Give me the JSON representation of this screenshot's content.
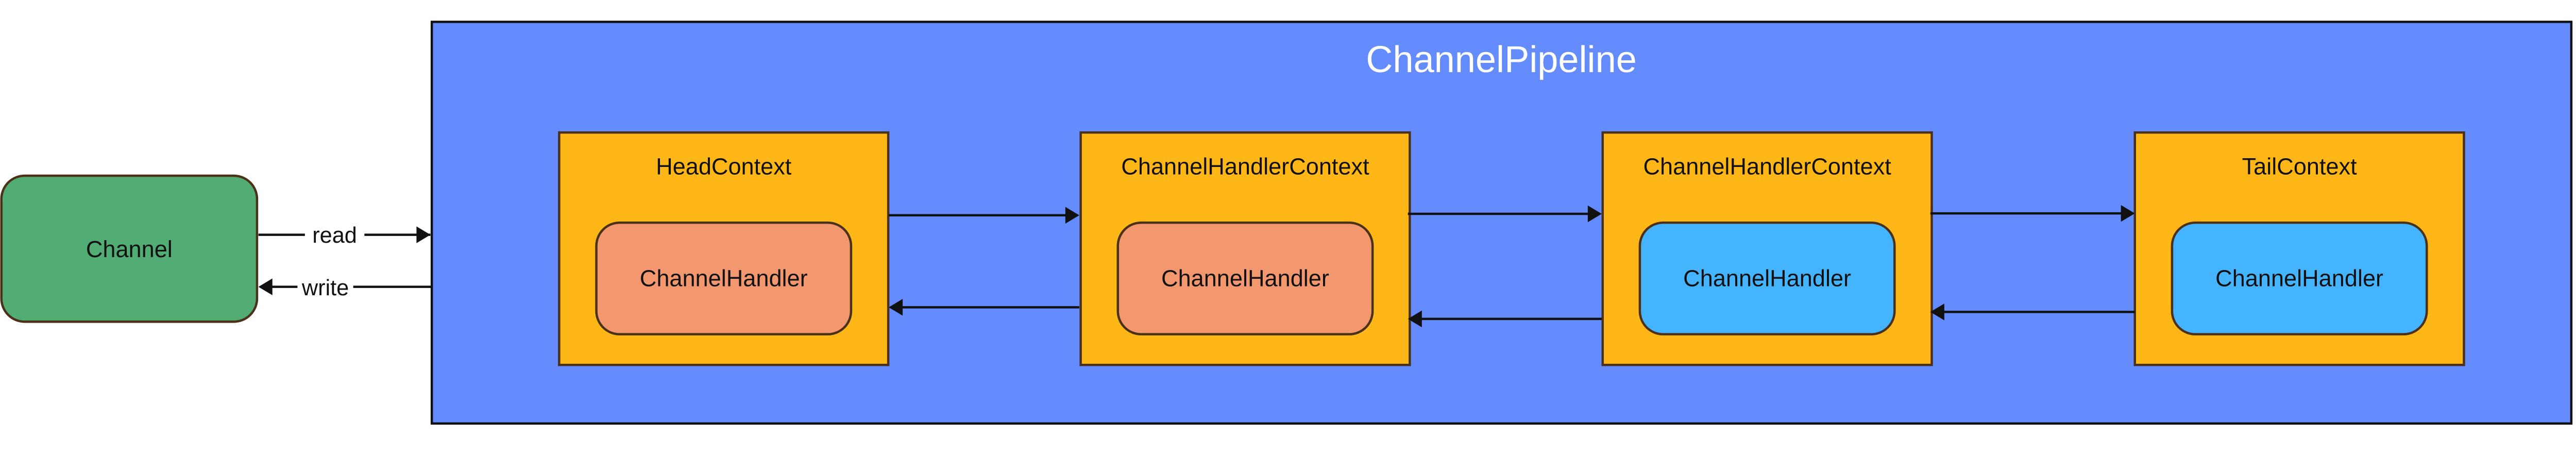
{
  "colors": {
    "pipeline": "#648cff",
    "context": "#feb716",
    "channel": "#52ad74",
    "handler_orange": "#f3986e",
    "handler_blue": "#45b4fe",
    "stroke": "#4a3118"
  },
  "channel": {
    "label": "Channel"
  },
  "edges": {
    "read": "read",
    "write": "write"
  },
  "pipeline": {
    "title": "ChannelPipeline",
    "contexts": [
      {
        "label": "HeadContext",
        "handler": "ChannelHandler",
        "handler_color": "orange"
      },
      {
        "label": "ChannelHandlerContext",
        "handler": "ChannelHandler",
        "handler_color": "orange"
      },
      {
        "label": "ChannelHandlerContext",
        "handler": "ChannelHandler",
        "handler_color": "blue"
      },
      {
        "label": "TailContext",
        "handler": "ChannelHandler",
        "handler_color": "blue"
      }
    ]
  }
}
